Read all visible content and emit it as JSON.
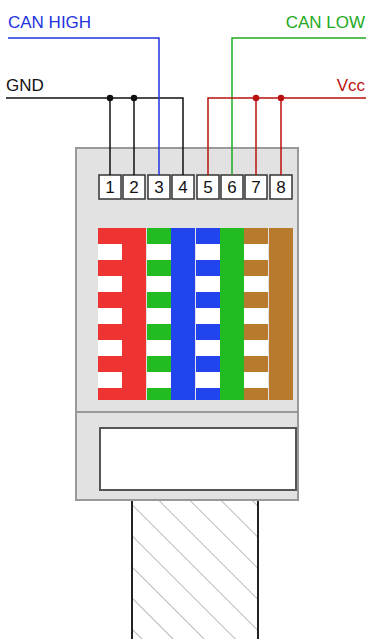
{
  "diagram": {
    "labels": [
      "CAN HIGH",
      "CAN LOW",
      "GND",
      "Vcc",
      "1",
      "2",
      "3",
      "4",
      "5",
      "6",
      "7",
      "8"
    ]
  }
}
